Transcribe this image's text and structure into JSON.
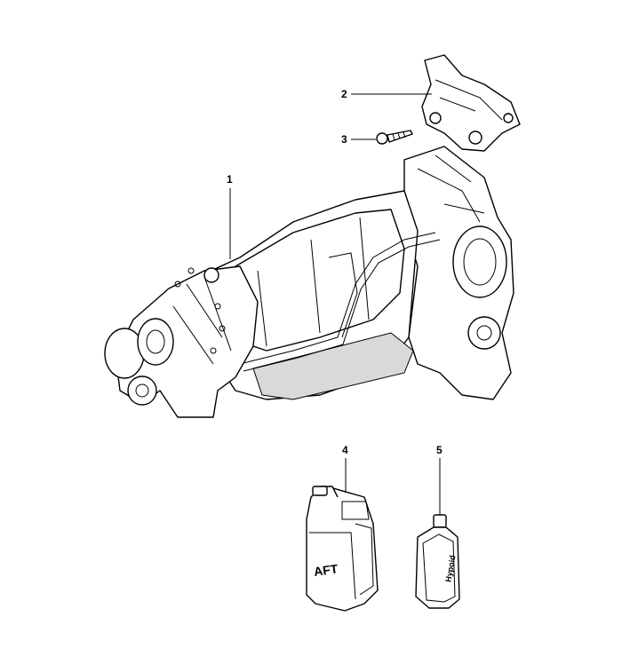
{
  "callouts": [
    {
      "number": "1",
      "part": "transmission"
    },
    {
      "number": "2",
      "part": "mounting-bracket"
    },
    {
      "number": "3",
      "part": "bolt"
    },
    {
      "number": "4",
      "part": "atf-container"
    },
    {
      "number": "5",
      "part": "hypoid-oil-bottle"
    }
  ],
  "container_labels": {
    "atf": "AFT",
    "hypoid": "Hypoid"
  }
}
